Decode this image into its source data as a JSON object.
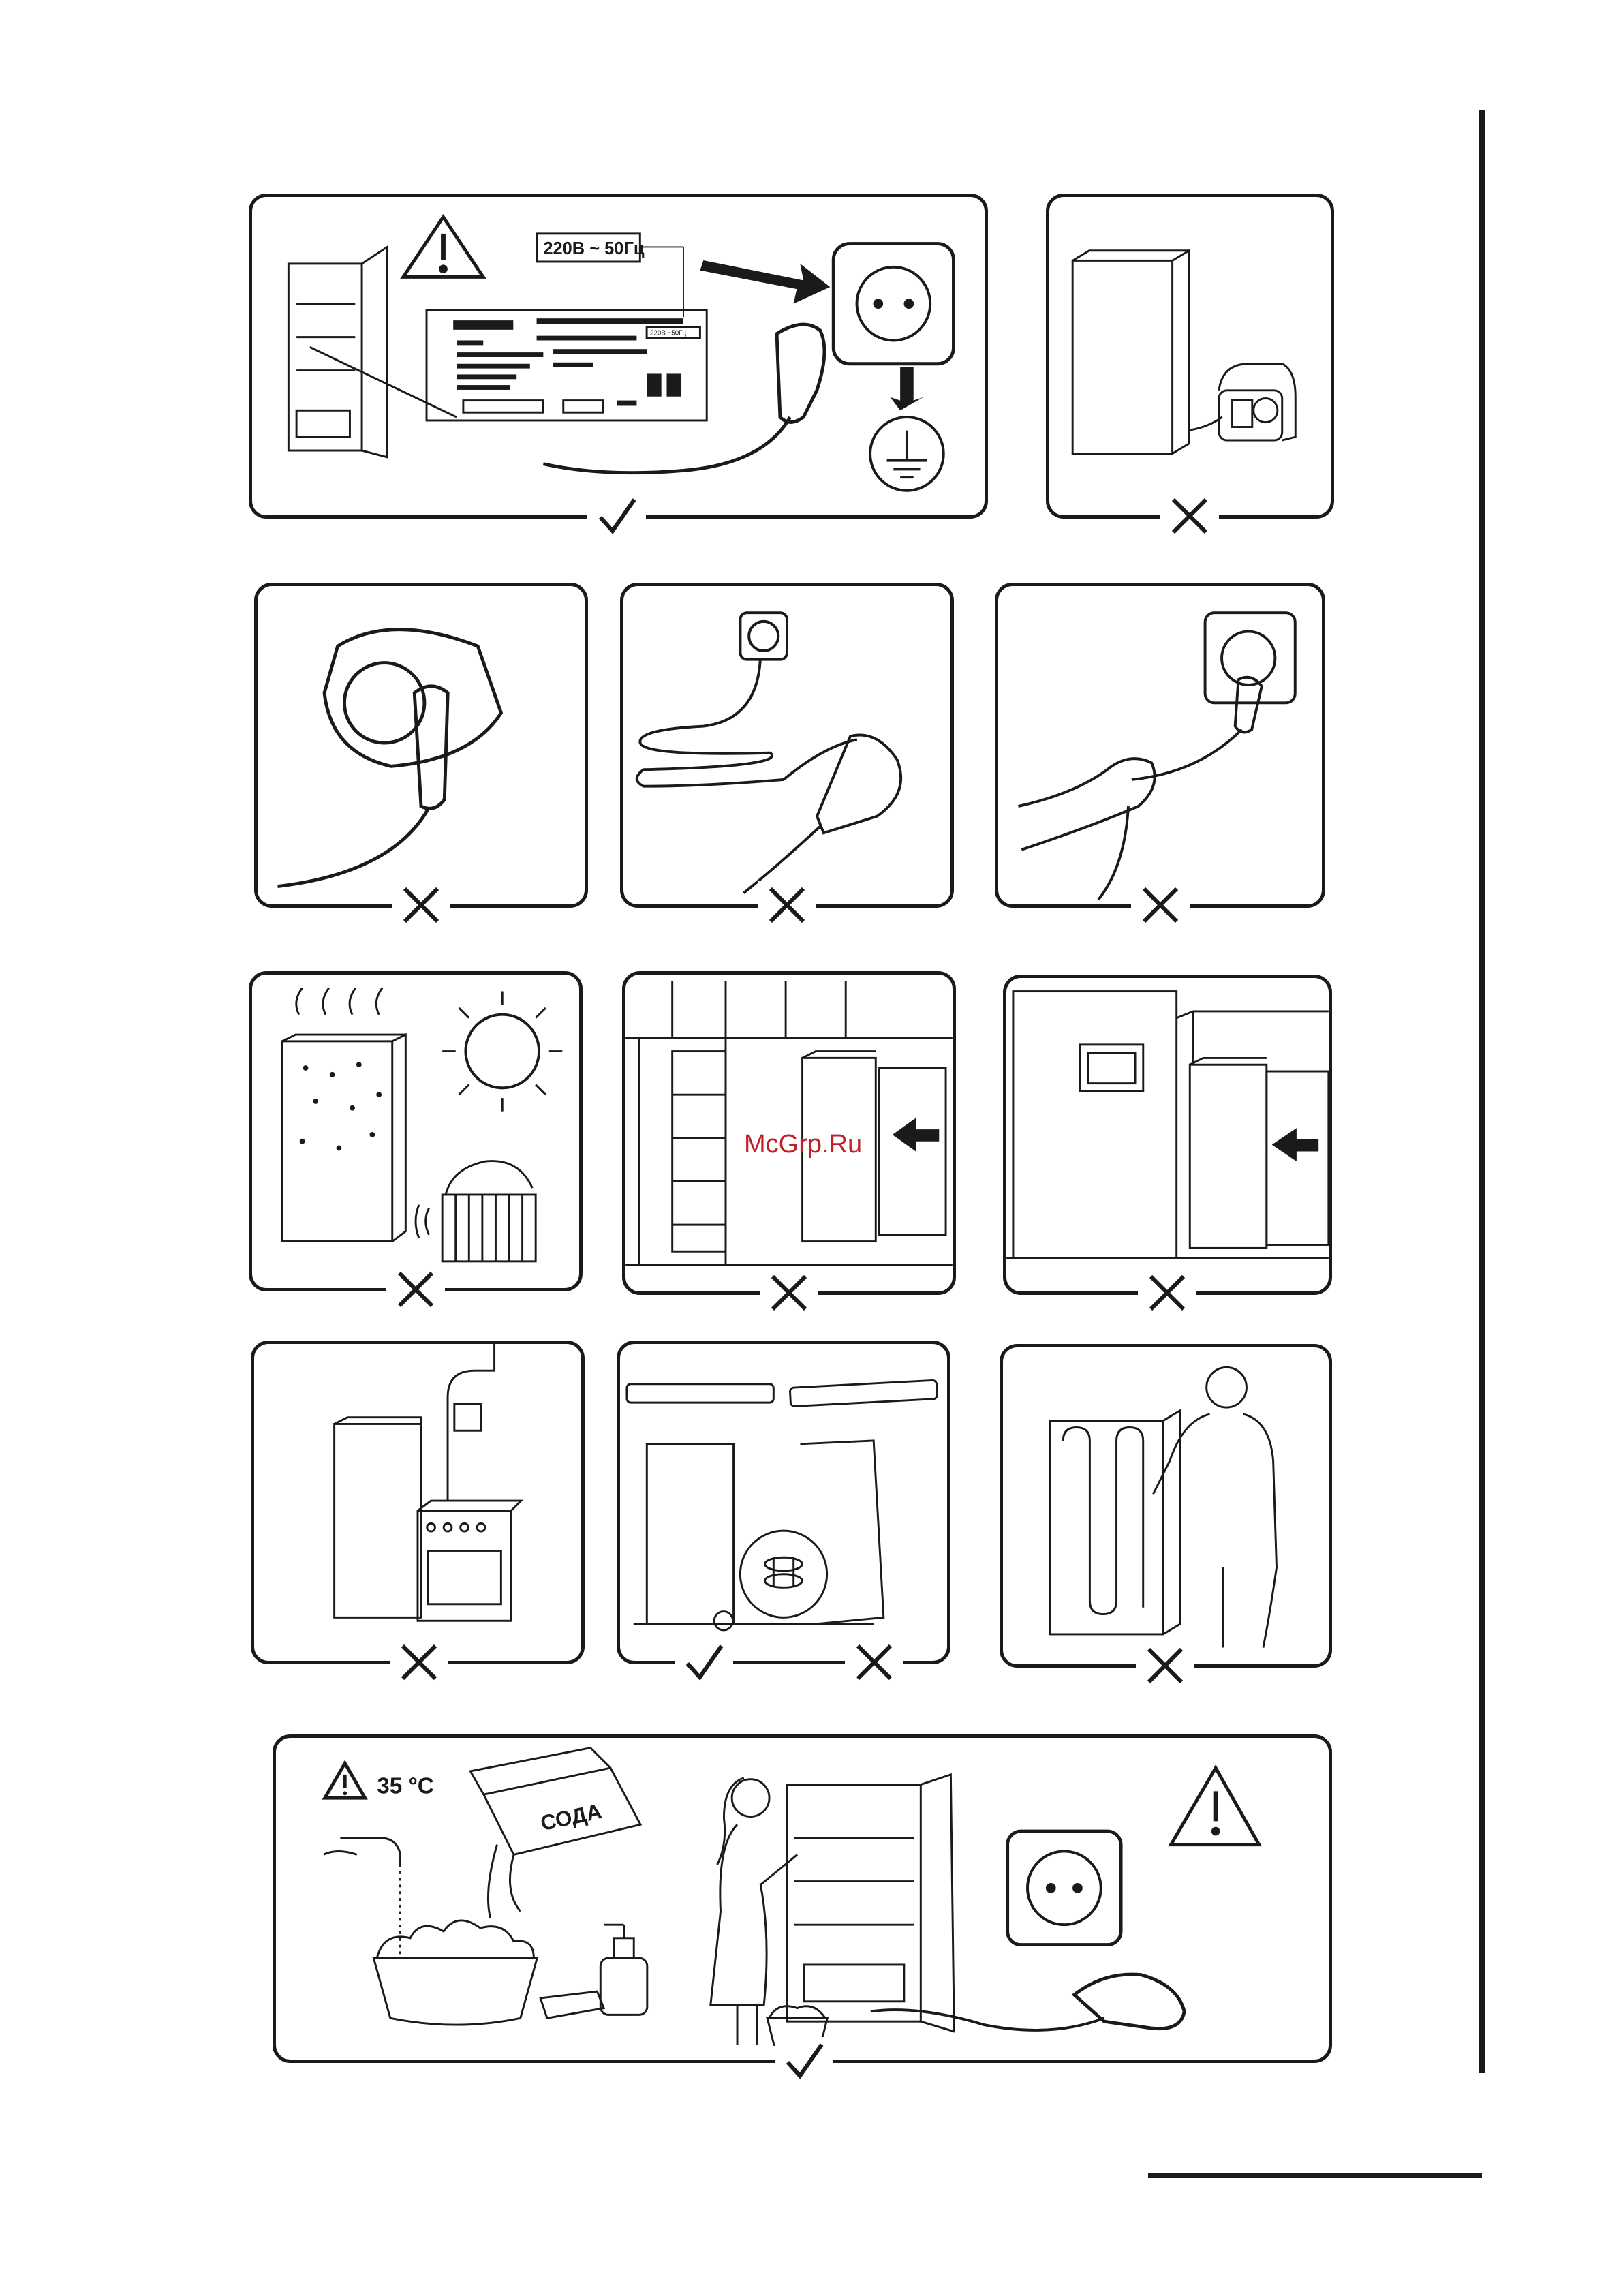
{
  "panel1": {
    "voltage_label": "220В  ~ 50Гц",
    "small_label": "220В ~50Гц",
    "mark": "check"
  },
  "panel2": {
    "mark": "cross"
  },
  "row2": {
    "marks": [
      "cross",
      "cross",
      "cross"
    ]
  },
  "row3": {
    "marks": [
      "cross",
      "cross",
      "cross"
    ]
  },
  "row4": {
    "marks": [
      "cross",
      "check",
      "cross",
      "cross"
    ]
  },
  "panel_bottom": {
    "temp_label": "35 °C",
    "box_label": "СОДА",
    "mark": "check"
  },
  "watermark": "McGrp.Ru",
  "colors": {
    "line": "#1a1a1a",
    "watermark": "#c0202a"
  }
}
